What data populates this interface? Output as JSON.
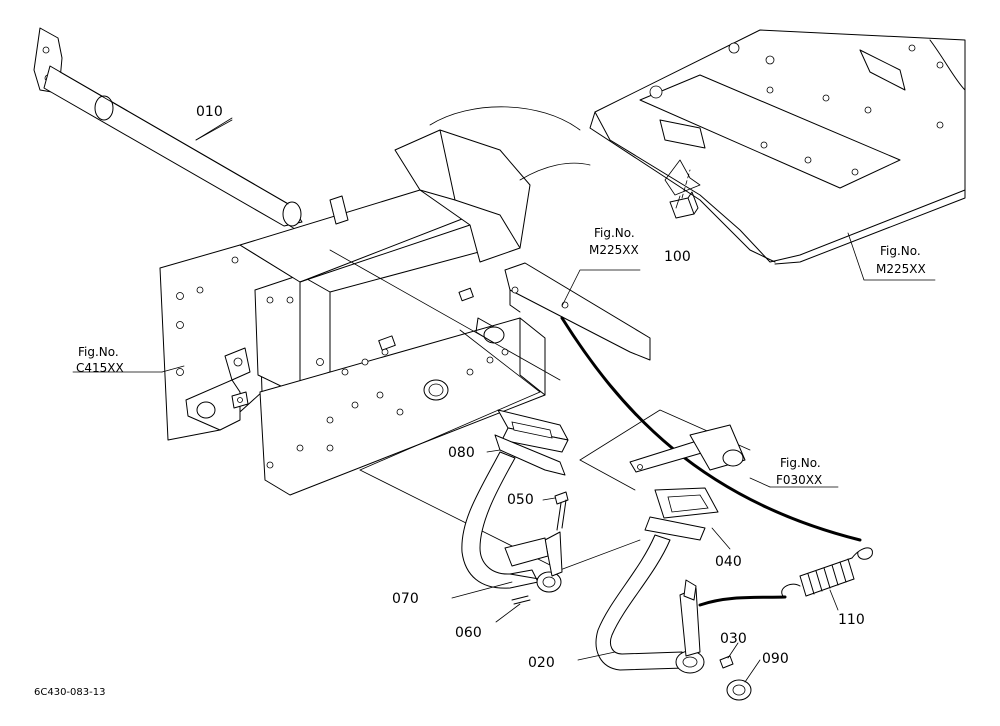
{
  "parts": [
    {
      "id": "p010",
      "number": "010"
    },
    {
      "id": "p020",
      "number": "020"
    },
    {
      "id": "p030",
      "number": "030"
    },
    {
      "id": "p040",
      "number": "040"
    },
    {
      "id": "p050",
      "number": "050"
    },
    {
      "id": "p060",
      "number": "060"
    },
    {
      "id": "p070",
      "number": "070"
    },
    {
      "id": "p080",
      "number": "080"
    },
    {
      "id": "p090",
      "number": "090"
    },
    {
      "id": "p100",
      "number": "100"
    },
    {
      "id": "p110",
      "number": "110"
    }
  ],
  "figure_refs": [
    {
      "id": "ref-c415",
      "label": "Fig.No.",
      "code": "C415XX"
    },
    {
      "id": "ref-m225-mid",
      "label": "Fig.No.",
      "code": "M225XX"
    },
    {
      "id": "ref-m225-right",
      "label": "Fig.No.",
      "code": "M225XX"
    },
    {
      "id": "ref-f030",
      "label": "Fig.No.",
      "code": "F030XX"
    }
  ],
  "drawing_code": "6C430-083-13"
}
